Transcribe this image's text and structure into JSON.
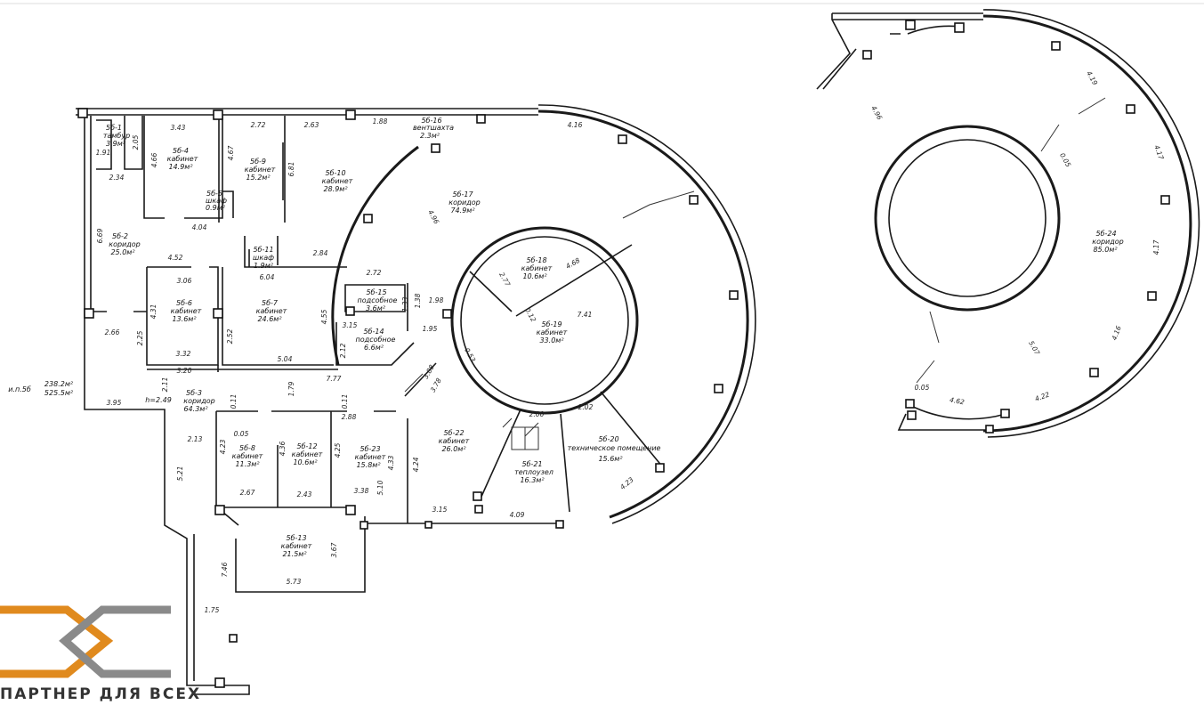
{
  "plan": {
    "summary": {
      "label": "и.п.5б",
      "area_1": "238.2м²",
      "area_2": "525.5м²",
      "height": "h=2.49"
    },
    "rooms": [
      {
        "id": "5б-1",
        "name": "тамбур",
        "area": "3.9м²"
      },
      {
        "id": "5б-2",
        "name": "коридор",
        "area": "25.0м²"
      },
      {
        "id": "5б-3",
        "name": "коридор",
        "area": "64.3м²"
      },
      {
        "id": "5б-4",
        "name": "кабинет",
        "area": "14.9м²"
      },
      {
        "id": "5б-5",
        "name": "шкаф",
        "area": "0.9м²"
      },
      {
        "id": "5б-6",
        "name": "кабинет",
        "area": "13.6м²"
      },
      {
        "id": "5б-7",
        "name": "кабинет",
        "area": "24.6м²"
      },
      {
        "id": "5б-8",
        "name": "кабинет",
        "area": "11.3м²"
      },
      {
        "id": "5б-9",
        "name": "кабинет",
        "area": "15.2м²"
      },
      {
        "id": "5б-10",
        "name": "кабинет",
        "area": "28.9м²"
      },
      {
        "id": "5б-11",
        "name": "шкаф",
        "area": "1.9м²"
      },
      {
        "id": "5б-12",
        "name": "кабинет",
        "area": "10.6м²"
      },
      {
        "id": "5б-13",
        "name": "кабинет",
        "area": "21.5м²"
      },
      {
        "id": "5б-14",
        "name": "подсобное",
        "area": "6.6м²"
      },
      {
        "id": "5б-15",
        "name": "подсобное",
        "area": "3.6м²"
      },
      {
        "id": "5б-16",
        "name": "вентшахта",
        "area": "2.3м²"
      },
      {
        "id": "5б-17",
        "name": "коридор",
        "area": "74.9м²"
      },
      {
        "id": "5б-18",
        "name": "кабинет",
        "area": "10.6м²"
      },
      {
        "id": "5б-19",
        "name": "кабинет",
        "area": "33.0м²"
      },
      {
        "id": "5б-20",
        "name": "техническое помещение",
        "area": "15.6м²"
      },
      {
        "id": "5б-21",
        "name": "теплоузел",
        "area": "16.3м²"
      },
      {
        "id": "5б-22",
        "name": "кабинет",
        "area": "26.0м²"
      },
      {
        "id": "5б-23",
        "name": "кабинет",
        "area": "15.8м²"
      },
      {
        "id": "5б-24",
        "name": "коридор",
        "area": "85.0м²"
      }
    ],
    "dimensions": [
      "3.43",
      "2.72",
      "2.63",
      "1.88",
      "2.05",
      "1.91",
      "4.66",
      "4.67",
      "6.81",
      "2.34",
      "6.69",
      "4.04",
      "2.84",
      "4.52",
      "6.04",
      "3.06",
      "4.31",
      "2.72",
      "1.38",
      "1.33",
      "1.98",
      "4.55",
      "2.66",
      "2.25",
      "2.52",
      "3.32",
      "3.15",
      "2.12",
      "1.95",
      "5.04",
      "3.20",
      "7.77",
      "2.11",
      "3.95",
      "0.11",
      "1.79",
      "0.11",
      "2.88",
      "0.05",
      "2.13",
      "4.23",
      "4.36",
      "4.25",
      "4.33",
      "4.24",
      "2.67",
      "2.43",
      "3.38",
      "5.10",
      "5.21",
      "3.67",
      "5.73",
      "7.46",
      "1.75",
      "4.16",
      "4.96",
      "2.77",
      "4.68",
      "0.12",
      "7.41",
      "0.53",
      "3.88",
      "3.78",
      "2.00",
      "2.02",
      "3.15",
      "4.09",
      "4.23",
      "4.96",
      "4.19",
      "0.05",
      "4.17",
      "4.17",
      "4.16",
      "5.07",
      "0.05",
      "4.62",
      "4.22"
    ]
  },
  "logo": {
    "text": "ПАРТНЕР ДЛЯ ВСЕХ",
    "orange": "#e08a1e",
    "gray": "#8a8a8a"
  }
}
